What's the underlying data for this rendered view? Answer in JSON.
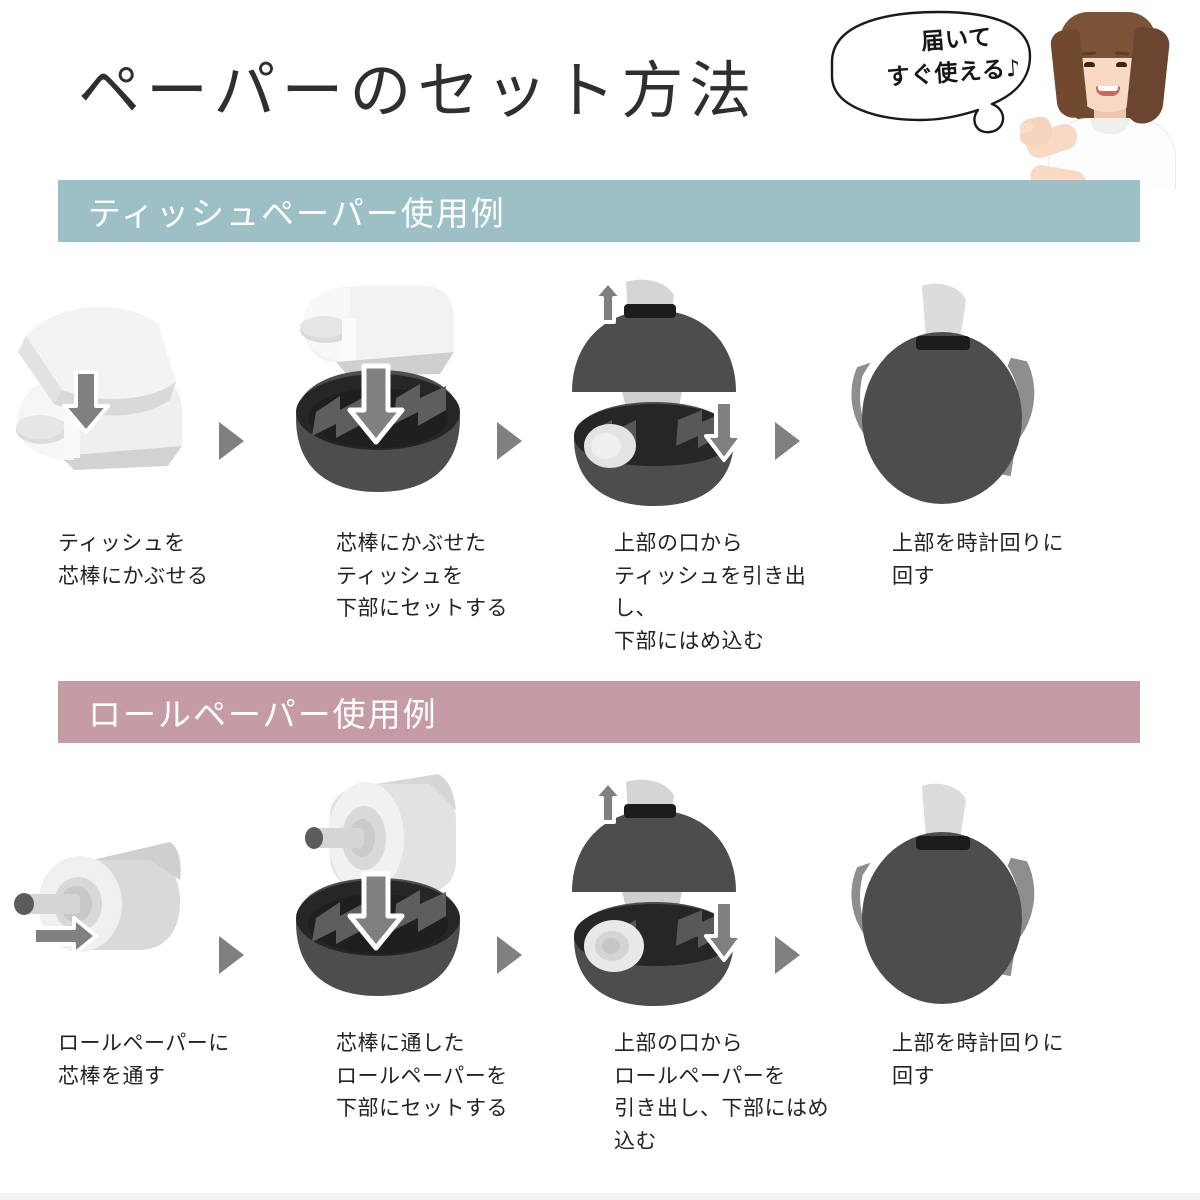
{
  "header": {
    "title": "ペーパーのセット方法",
    "bubble": {
      "line1": "届いて",
      "line2": "すぐ使える♪"
    },
    "model_alt": "白いTシャツの女性が指を差している写真"
  },
  "colors": {
    "teal_bar": "#9cc0c6",
    "rose_bar": "#c59ba4",
    "arrow_separator": "#808080",
    "holder_dark": "#4a4a4a",
    "holder_darker": "#333333",
    "paper_light": "#e8e8e8",
    "text": "#232323"
  },
  "sections": [
    {
      "id": "tissue",
      "heading": "ティッシュペーパー使用例",
      "bar_color": "#9cc0c6",
      "steps": [
        {
          "n": 1,
          "caption": "ティッシュを\n芯棒にかぶせる",
          "icon": "tissue-over-core-icon"
        },
        {
          "n": 2,
          "caption": "芯棒にかぶせた\nティッシュを\n下部にセットする",
          "icon": "tissue-into-base-icon"
        },
        {
          "n": 3,
          "caption": "上部の口から\nティッシュを引き出し、\n下部にはめ込む",
          "icon": "pull-through-top-icon"
        },
        {
          "n": 4,
          "caption": "上部を時計回りに\n回す",
          "icon": "rotate-clockwise-icon"
        }
      ]
    },
    {
      "id": "roll",
      "heading": "ロールペーパー使用例",
      "bar_color": "#c59ba4",
      "steps": [
        {
          "n": 1,
          "caption": "ロールペーパーに\n芯棒を通す",
          "icon": "core-through-roll-icon"
        },
        {
          "n": 2,
          "caption": "芯棒に通した\nロールペーパーを\n下部にセットする",
          "icon": "roll-into-base-icon"
        },
        {
          "n": 3,
          "caption": "上部の口から\nロールペーパーを\n引き出し、下部にはめ込む",
          "icon": "pull-through-top-icon"
        },
        {
          "n": 4,
          "caption": "上部を時計回りに\n回す",
          "icon": "rotate-clockwise-icon"
        }
      ]
    }
  ]
}
